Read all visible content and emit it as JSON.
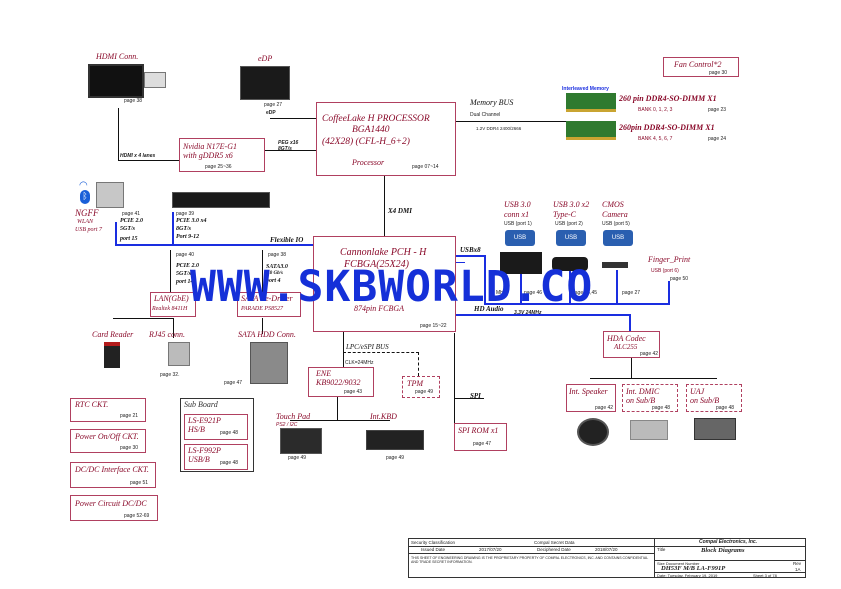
{
  "blocks": {
    "hdmi": {
      "title": "HDMI Conn.",
      "page": "page  38"
    },
    "edp": {
      "title": "eDP",
      "page": "page  27",
      "tag": "eDP"
    },
    "cpu": {
      "line1": "CoffeeLake H PROCESSOR",
      "line2": "BGA1440",
      "line3": "(42X28)  (CFL-H_6+2)",
      "sub": "Processor",
      "page": "page  07~14"
    },
    "memory_bus": {
      "label": "Memory BUS",
      "sub": "Dual Channel",
      "speed": "1.2V DDR4 2400/2666"
    },
    "interleaved": "Interleaved  Memory",
    "dimm1": {
      "title": "260 pin DDR4-SO-DIMM X1",
      "bank": "BANK 0, 1, 2, 3",
      "page": "page  23"
    },
    "dimm2": {
      "title": "260pin DDR4-SO-DIMM X1",
      "bank": "BANK 4, 5, 6, 7",
      "page": "page  24"
    },
    "fan": {
      "title": "Fan Control*2",
      "page": "page  30"
    },
    "nvidia": {
      "line1": "Nvidia N17E-G1",
      "line2": "with gDDR5 x6",
      "page": "page  25~36"
    },
    "peg": {
      "line1": "PEG  x16",
      "line2": "8GT/s"
    },
    "hdmi_lanes": "HDMI x 4 lanes",
    "ngff": {
      "title": "NGFF",
      "sub1": "WLAN",
      "sub2": "USB port 7",
      "page": "page  41",
      "pcie1": "PCIE 2.0",
      "pcie2": "5GT/s",
      "port": "port 15"
    },
    "ssd": {
      "page": "page  39",
      "pcie1": "PCIE 3.0 x4",
      "pcie2": "8GT/s",
      "port": "Port 9-12"
    },
    "x4dmi": "X4 DMI",
    "flexible": "Flexible IO",
    "pch": {
      "line1": "Cannonlake PCH - H",
      "line2": "FCBGA(25X24)",
      "line3": "874pin FCBGA",
      "page": "page  15~22"
    },
    "usbx8": "USBx8",
    "hd_audio": "HD Audio",
    "usb30": {
      "t1": "USB 3.0",
      "t2": "conn x1",
      "sub": "USB (port 1)",
      "page": "page  46"
    },
    "usb30c": {
      "t1": "USB 3.0 x2",
      "t2": "Type-C",
      "sub": "USB (port 2)",
      "page": "page  44,45"
    },
    "cmos": {
      "t1": "CMOS",
      "t2": "Camera",
      "sub": "USB (port 5)",
      "page": "page  27"
    },
    "fingerprint": {
      "title": "Finger_Print",
      "sub": "USB (port 6)",
      "page": "page  50"
    },
    "lan": {
      "title": "LAN(GbE)",
      "sub": "Realtek 8411H",
      "page": "page  40",
      "pcie1": "PCIE 2.0",
      "pcie2": "5GT/s",
      "port": "port 14"
    },
    "sata": {
      "title": "SATA Re-Driver",
      "sub": "PARADE  PS8527",
      "page": "page  38",
      "s1": "SATA3.0",
      "s2": "6.0 Gb/s",
      "port": "port 4"
    },
    "card_reader": {
      "title": "Card Reader"
    },
    "rj45": {
      "title": "RJ45 conn.",
      "page": "page  32."
    },
    "sata_hdd": {
      "title": "SATA HDD Conn.",
      "page": "page  47"
    },
    "lpc": "LPC/eSPI BUS",
    "ene": {
      "line1": "ENE",
      "line2": "KB9022/9032",
      "page": "page  43",
      "clk": "CLK=24MHz"
    },
    "tpm": {
      "title": "TPM",
      "page": "page  49"
    },
    "spi": "SPI",
    "spi_rom": {
      "title": "SPI ROM x1",
      "page": "page  47"
    },
    "codec": {
      "line1": "HDA Codec",
      "line2": "ALC255",
      "page": "page  42",
      "speed": "3.3V  24MHz"
    },
    "speaker": {
      "title": "Int. Speaker",
      "page": "page  42"
    },
    "dmic": {
      "line1": "Int. DMIC",
      "line2": "on Sub/B",
      "page": "page  48"
    },
    "uaj": {
      "line1": "UAJ",
      "line2": "on Sub/B",
      "page": "page  48"
    },
    "rtc": {
      "title": "RTC CKT.",
      "page": "page  21"
    },
    "power": {
      "title": "Power On/Off CKT.",
      "page": "page  30"
    },
    "dcdc": {
      "title": "DC/DC Interface CKT.",
      "page": "page  51"
    },
    "pcircuit": {
      "title": "Power Circuit DC/DC",
      "page": "page  52-69"
    },
    "subboard": {
      "title": "Sub Board",
      "b1l1": "LS-E921P",
      "b1l2": "HS/B",
      "b1p": "page  48",
      "b2l1": "LS-F992P",
      "b2l2": "USB/B",
      "b2p": "page  48"
    },
    "touchpad": {
      "title": "Touch  Pad",
      "sub": "PS2 / I2C",
      "page": "page  49"
    },
    "kbd": {
      "title": "Int.KBD",
      "page": "page  49"
    },
    "mhz": "MHz",
    "watermark": "WWW.SKBWORLD.CO",
    "titleblock": {
      "sec": "Security Classification",
      "secret": "Compal Secret Data",
      "company": "Compal Electronics, Inc.",
      "issued": "Issued Date",
      "idate": "2017/07/20",
      "deciphered": "Deciphered Date",
      "ddate": "2018/07/20",
      "title_lbl": "Title",
      "title": "Block Diagrams",
      "doc_lbl": "Size  Document  Number",
      "doc": "DH53F M/B LA-F991P",
      "rev": "Rev",
      "revv": "1A",
      "date": "Date:   Tuesday, February 19, 2019",
      "sheet": "Sheet   3   of   78",
      "legal": "THIS SHEET OF ENGINEERING DRAWING IS THE PROPRIETARY PROPERTY OF COMPAL ELECTRONICS, INC. AND CONTAINS CONFIDENTIAL AND TRADE SECRET INFORMATION."
    }
  }
}
